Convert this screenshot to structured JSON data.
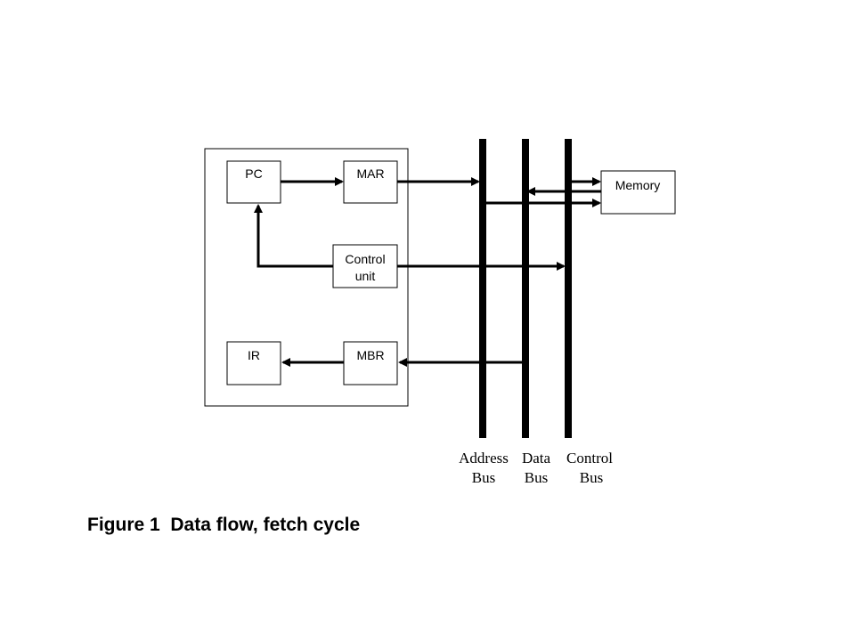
{
  "diagram": {
    "boxes": {
      "pc": "PC",
      "mar": "MAR",
      "control_unit_line1": "Control",
      "control_unit_line2": "unit",
      "ir": "IR",
      "mbr": "MBR",
      "memory": "Memory"
    },
    "buses": {
      "address_line1": "Address",
      "address_line2": "Bus",
      "data_line1": "Data",
      "data_line2": "Bus",
      "control_line1": "Control",
      "control_line2": "Bus"
    }
  },
  "caption": "Figure 1  Data flow, fetch cycle",
  "colors": {
    "stroke": "#000000",
    "background": "#ffffff"
  }
}
